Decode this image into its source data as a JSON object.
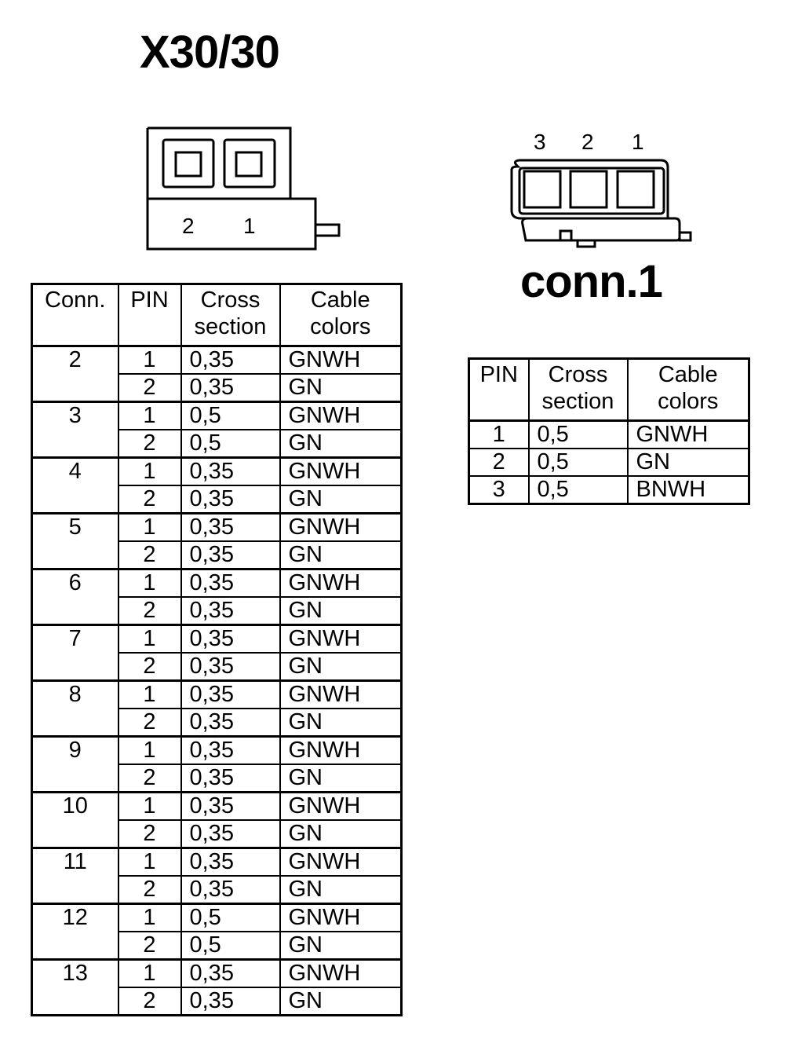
{
  "x30": {
    "title": "X30/30",
    "pin_labels": [
      "2",
      "1"
    ],
    "table": {
      "headers": [
        "Conn.",
        "PIN",
        "Cross\nsection",
        "Cable\ncolors"
      ],
      "groups": [
        {
          "conn": "2",
          "rows": [
            [
              "1",
              "0,35",
              "GNWH"
            ],
            [
              "2",
              "0,35",
              "GN"
            ]
          ]
        },
        {
          "conn": "3",
          "rows": [
            [
              "1",
              "0,5",
              "GNWH"
            ],
            [
              "2",
              "0,5",
              "GN"
            ]
          ]
        },
        {
          "conn": "4",
          "rows": [
            [
              "1",
              "0,35",
              "GNWH"
            ],
            [
              "2",
              "0,35",
              "GN"
            ]
          ]
        },
        {
          "conn": "5",
          "rows": [
            [
              "1",
              "0,35",
              "GNWH"
            ],
            [
              "2",
              "0,35",
              "GN"
            ]
          ]
        },
        {
          "conn": "6",
          "rows": [
            [
              "1",
              "0,35",
              "GNWH"
            ],
            [
              "2",
              "0,35",
              "GN"
            ]
          ]
        },
        {
          "conn": "7",
          "rows": [
            [
              "1",
              "0,35",
              "GNWH"
            ],
            [
              "2",
              "0,35",
              "GN"
            ]
          ]
        },
        {
          "conn": "8",
          "rows": [
            [
              "1",
              "0,35",
              "GNWH"
            ],
            [
              "2",
              "0,35",
              "GN"
            ]
          ]
        },
        {
          "conn": "9",
          "rows": [
            [
              "1",
              "0,35",
              "GNWH"
            ],
            [
              "2",
              "0,35",
              "GN"
            ]
          ]
        },
        {
          "conn": "10",
          "rows": [
            [
              "1",
              "0,35",
              "GNWH"
            ],
            [
              "2",
              "0,35",
              "GN"
            ]
          ]
        },
        {
          "conn": "11",
          "rows": [
            [
              "1",
              "0,35",
              "GNWH"
            ],
            [
              "2",
              "0,35",
              "GN"
            ]
          ]
        },
        {
          "conn": "12",
          "rows": [
            [
              "1",
              "0,5",
              "GNWH"
            ],
            [
              "2",
              "0,5",
              "GN"
            ]
          ]
        },
        {
          "conn": "13",
          "rows": [
            [
              "1",
              "0,35",
              "GNWH"
            ],
            [
              "2",
              "0,35",
              "GN"
            ]
          ]
        }
      ]
    }
  },
  "conn1": {
    "title": "conn.1",
    "pin_labels": [
      "3",
      "2",
      "1"
    ],
    "table": {
      "headers": [
        "PIN",
        "Cross\nsection",
        "Cable\ncolors"
      ],
      "rows": [
        [
          "1",
          "0,5",
          "GNWH"
        ],
        [
          "2",
          "0,5",
          "GN"
        ],
        [
          "3",
          "0,5",
          "BNWH"
        ]
      ]
    }
  }
}
